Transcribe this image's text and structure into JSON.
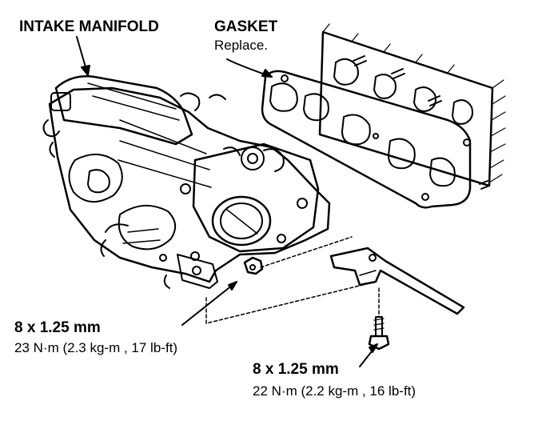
{
  "labels": {
    "intake_manifold": "INTAKE MANIFOLD",
    "gasket": "GASKET",
    "gasket_note": "Replace.",
    "nut_size": "8 x 1.25 mm",
    "nut_torque": "23  N·m (2.3  kg-m , 17  lb-ft)",
    "bolt_size": "8 x 1.25 mm",
    "bolt_torque": "22  N·m (2.2  kg-m , 16  lb-ft)"
  },
  "colors": {
    "ink": "#000000",
    "paper": "#ffffff"
  }
}
